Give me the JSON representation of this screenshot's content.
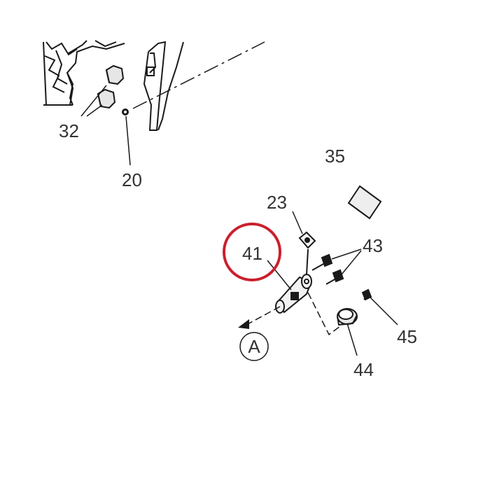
{
  "diagram": {
    "callouts": [
      "32",
      "20",
      "35",
      "23",
      "41",
      "43",
      "44",
      "45"
    ],
    "view_marker": "A",
    "highlight": {
      "target": "41",
      "color": "#cc1f2d"
    }
  }
}
